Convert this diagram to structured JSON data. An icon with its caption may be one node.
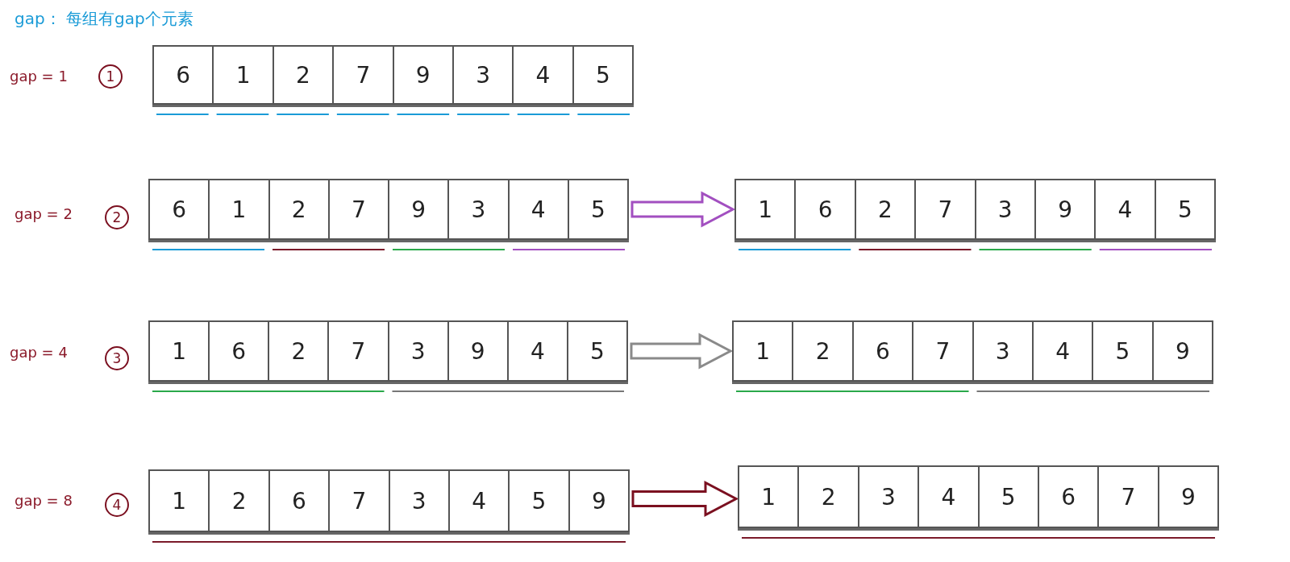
{
  "diagram": {
    "title": "gap： 每组有gap个元素",
    "nodes": [
      {
        "text": [
          "1"
        ]
      },
      {
        "text": [],
        "shape": "box"
      },
      {
        "text": [
          "6"
        ],
        "in": 1
      },
      {
        "text": [
          "1"
        ],
        "in": 1
      },
      {
        "text": [
          "2"
        ],
        "in": 1
      },
      {
        "text": [
          "7"
        ],
        "in": 1
      },
      {
        "text": [
          "9"
        ],
        "in": 1
      },
      {
        "text": [
          "3"
        ],
        "in": 1
      },
      {
        "text": [
          "4"
        ],
        "in": 1
      },
      {
        "text": [
          "5"
        ],
        "in": 1
      },
      {
        "text": [
          "2"
        ]
      },
      {
        "text": [],
        "shape": "box"
      },
      {
        "text": [
          "6"
        ],
        "in": 11
      },
      {
        "text": [
          "1"
        ],
        "in": 11
      },
      {
        "text": [
          "2"
        ],
        "in": 11
      },
      {
        "text": [
          "7"
        ],
        "in": 11
      },
      {
        "text": [
          "9"
        ],
        "in": 11
      },
      {
        "text": [
          "3"
        ],
        "in": 11
      },
      {
        "text": [
          "4"
        ],
        "in": 11
      },
      {
        "text": [
          "5"
        ],
        "in": 11
      },
      {
        "text": [],
        "shape": "box"
      },
      {
        "text": [
          "1"
        ],
        "in": 20
      },
      {
        "text": [
          "6"
        ],
        "in": 20
      },
      {
        "text": [
          "2"
        ],
        "in": 20
      },
      {
        "text": [
          "7"
        ],
        "in": 20
      },
      {
        "text": [
          "3"
        ],
        "in": 20
      },
      {
        "text": [
          "9"
        ],
        "in": 20
      },
      {
        "text": [
          "4"
        ],
        "in": 20
      },
      {
        "text": [
          "5"
        ],
        "in": 20
      },
      {
        "text": [
          "3"
        ]
      },
      {
        "text": [],
        "shape": "box"
      },
      {
        "text": [
          "1"
        ],
        "in": 30
      },
      {
        "text": [
          "6"
        ],
        "in": 30
      },
      {
        "text": [
          "2"
        ],
        "in": 30
      },
      {
        "text": [
          "7"
        ],
        "in": 30
      },
      {
        "text": [
          "3"
        ],
        "in": 30
      },
      {
        "text": [
          "9"
        ],
        "in": 30
      },
      {
        "text": [
          "4"
        ],
        "in": 30
      },
      {
        "text": [
          "5"
        ],
        "in": 30
      },
      {
        "text": [],
        "shape": "box"
      },
      {
        "text": [
          "1"
        ],
        "in": 39
      },
      {
        "text": [
          "2"
        ],
        "in": 39
      },
      {
        "text": [
          "6"
        ],
        "in": 39
      },
      {
        "text": [
          "7"
        ],
        "in": 39
      },
      {
        "text": [
          "3"
        ],
        "in": 39
      },
      {
        "text": [
          "4"
        ],
        "in": 39
      },
      {
        "text": [
          "5"
        ],
        "in": 39
      },
      {
        "text": [
          "9"
        ],
        "in": 39
      },
      {
        "text": [
          "4"
        ]
      },
      {
        "text": [],
        "shape": "box"
      },
      {
        "text": [
          "1"
        ],
        "in": 49
      },
      {
        "text": [
          "2"
        ],
        "in": 49
      },
      {
        "text": [
          "6"
        ],
        "in": 49
      },
      {
        "text": [
          "7"
        ],
        "in": 49
      },
      {
        "text": [
          "3"
        ],
        "in": 49
      },
      {
        "text": [
          "4"
        ],
        "in": 49
      },
      {
        "text": [
          "5"
        ],
        "in": 49
      },
      {
        "text": [
          "9"
        ],
        "in": 49
      },
      {
        "text": [],
        "shape": "box"
      },
      {
        "text": [
          "1"
        ],
        "in": 58
      },
      {
        "text": [
          "2"
        ],
        "in": 58
      },
      {
        "text": [
          "3"
        ],
        "in": 58
      },
      {
        "text": [
          "4"
        ],
        "in": 58
      },
      {
        "text": [
          "5"
        ],
        "in": 58
      },
      {
        "text": [
          "6"
        ],
        "in": 58
      },
      {
        "text": [
          "7"
        ],
        "in": 58
      },
      {
        "text": [
          "9"
        ],
        "in": 58
      }
    ],
    "edges": [
      {
        "from": 11,
        "to": 20,
        "arrow": "to",
        "color": "#a24fc0"
      },
      {
        "from": 30,
        "to": 39,
        "arrow": "to",
        "color": "#8a8a8a"
      },
      {
        "from": 49,
        "to": 58,
        "arrow": "to",
        "color": "#7b1020"
      }
    ],
    "labels": [
      "gap = 1",
      "gap = 2",
      "gap = 4",
      "gap = 8"
    ]
  }
}
